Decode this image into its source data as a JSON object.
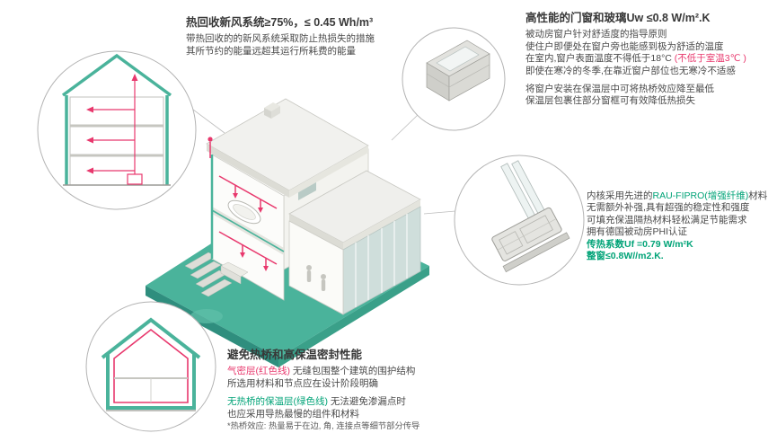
{
  "colors": {
    "teal": "#4ab39b",
    "teal_dark": "#2f8e7e",
    "red": "#e8386d",
    "green_text": "#00a377",
    "dark_text": "#383838"
  },
  "ventilation": {
    "title": "热回收新风系统≥75%，≤ 0.45 Wh/m³",
    "lines": [
      "带热回收的的新风系统采取防止热损失的措施",
      "其所节约的能量远超其运行所耗费的能量"
    ]
  },
  "windows": {
    "title": "高性能的门窗和玻璃Uw ≤0.8 W/m².K",
    "line1": "被动房窗户针对舒适度的指导原则",
    "line2": "使住户即便处在窗户旁也能感到极为舒适的温度",
    "line3_pre": "在室内,窗户表面温度不得低于18°C ",
    "line3_red": "(不低于室温3℃ )",
    "line4": "即使在寒冷的冬季,在靠近窗户部位也无寒冷不适感",
    "line5": "将窗户安装在保温层中可将热桥效应降至最低",
    "line6": "保温层包裹住部分窗框可有效降低热损失"
  },
  "frame": {
    "line1_pre": "内核采用先进的",
    "line1_green": "RAU-FIPRO(增强纤维)",
    "line1_post": "材料",
    "line2": "无需额外补强,具有超强的稳定性和强度",
    "line3": "可填充保温隔热材料轻松满足节能需求",
    "line4": "拥有德国被动房PHI认证",
    "u_value1": "传热系数Uf =0.79 W/m²K",
    "u_value2": "整窗≤0.8W//m2.K."
  },
  "thermal": {
    "title": "避免热桥和高保温密封性能",
    "airtight_label": "气密层(红色线)",
    "airtight_text": " 无缝包围整个建筑的围护结构",
    "airtight_line2": "所选用材料和节点应在设计阶段明确",
    "insulation_label": "无热桥的保温层(绿色线)",
    "insulation_text": " 无法避免渗漏点时",
    "insulation_line2": "也应采用导热最慢的组件和材料",
    "footnote": "*热桥效应: 热量易于在边, 角, 连接点等细节部分传导"
  }
}
